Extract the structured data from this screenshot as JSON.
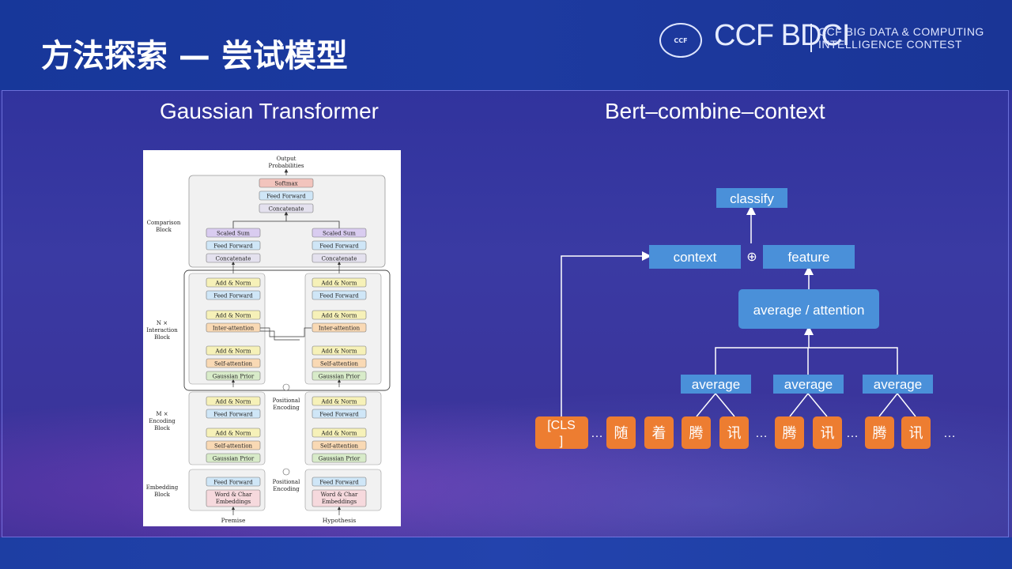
{
  "slide": {
    "title": "方法探索 — 尝试模型",
    "logo_text": "CCF BDCI",
    "logo_seal_text": "CCF",
    "contest_line1": "CCF BIG DATA & COMPUTING",
    "contest_line2": "INTELLIGENCE CONTEST"
  },
  "left": {
    "heading": "Gaussian Transformer",
    "labels": {
      "output": "Output",
      "probabilities": "Probabilities",
      "comparison1": "Comparison",
      "comparison2": "Block",
      "interaction1": "N ×",
      "interaction2": "Interaction",
      "interaction3": "Block",
      "encoding1": "M ×",
      "encoding2": "Encoding",
      "encoding3": "Block",
      "embedding1": "Embedding",
      "embedding2": "Block",
      "posenc1a": "Positional",
      "posenc1b": "Encoding",
      "posenc2a": "Positional",
      "posenc2b": "Encoding",
      "premise": "Premise",
      "hypothesis": "Hypothesis"
    },
    "boxes": {
      "softmax": "Softmax",
      "feed_forward": "Feed Forward",
      "concatenate": "Concatenate",
      "scaled_sum": "Scaled Sum",
      "add_norm": "Add & Norm",
      "inter_attention": "Inter-attention",
      "self_attention": "Self-attention",
      "gaussian_prior": "Gaussian Prior",
      "word_char_1": "Word & Char",
      "word_char_2": "Embeddings"
    },
    "colors": {
      "softmax": "#f2c4bd",
      "feed_forward": "#cfe6f7",
      "concatenate": "#e4e1ee",
      "scaled_sum": "#d9ccf0",
      "add_norm": "#f6f1b8",
      "attention": "#f9d9b4",
      "gaussian": "#d8ebc9",
      "embed": "#f6d9dd"
    }
  },
  "right": {
    "heading": "Bert–combine–context",
    "classify": "classify",
    "context": "context",
    "plus": "⊕",
    "feature": "feature",
    "average_attention": "average / attention",
    "average": "average",
    "tokens": {
      "cls1": "[CLS",
      "cls2": "]",
      "t1": "随",
      "t2": "着",
      "t3": "腾",
      "t4": "讯",
      "t5": "腾",
      "t6": "讯",
      "t7": "腾",
      "t8": "讯"
    },
    "ellipsis": "…",
    "colors": {
      "blue_box": "#4a90d9",
      "orange_token": "#ed7d31"
    }
  }
}
